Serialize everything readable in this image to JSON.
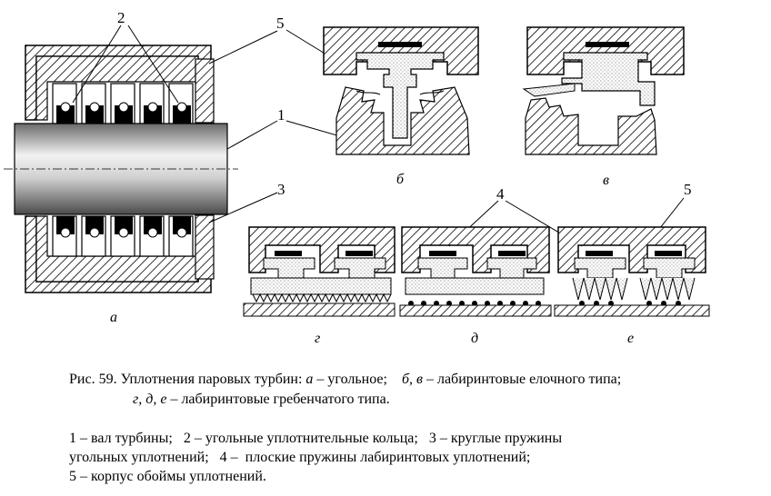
{
  "figure": {
    "callouts": {
      "n1": "1",
      "n2": "2",
      "n3": "3",
      "n4": "4",
      "n5a": "5",
      "n5b": "5"
    },
    "panels": {
      "a": "а",
      "b": "б",
      "v": "в",
      "g": "г",
      "d": "д",
      "e": "е"
    }
  },
  "caption": {
    "prefix": "Рис. 59. Уплотнения паровых турбин:",
    "a_letter": "а",
    "a_text": "– угольное;",
    "bv_letters": "б, в",
    "bv_text": "– лабиринтовые елочного типа;",
    "gde_letters": "г, д, е",
    "gde_text": "– лабиринтовые гребенчатого типа."
  },
  "legend": {
    "line1": "1 – вал турбины;   2 – угольные уплотнительные кольца;   3 – круглые пружины",
    "line2": "угольных уплотнений;   4 –  плоские пружины лабиринтовых уплотнений;",
    "line3": "5 – корпус обоймы уплотнений."
  }
}
